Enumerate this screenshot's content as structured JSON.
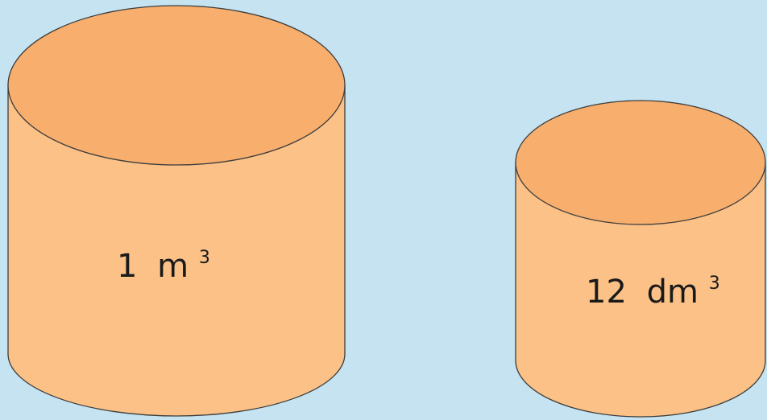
{
  "colors": {
    "background": "#c5e3f1",
    "cylinder_body": "#fbc187",
    "cylinder_top": "#f8ae6d",
    "outline": "#3d3d3d",
    "label_text": "#1a1a1a"
  },
  "cylinders": [
    {
      "id": "large",
      "value": "1",
      "unit": "m",
      "exponent": "3"
    },
    {
      "id": "small",
      "value": "12",
      "unit": "dm",
      "exponent": "3"
    }
  ]
}
